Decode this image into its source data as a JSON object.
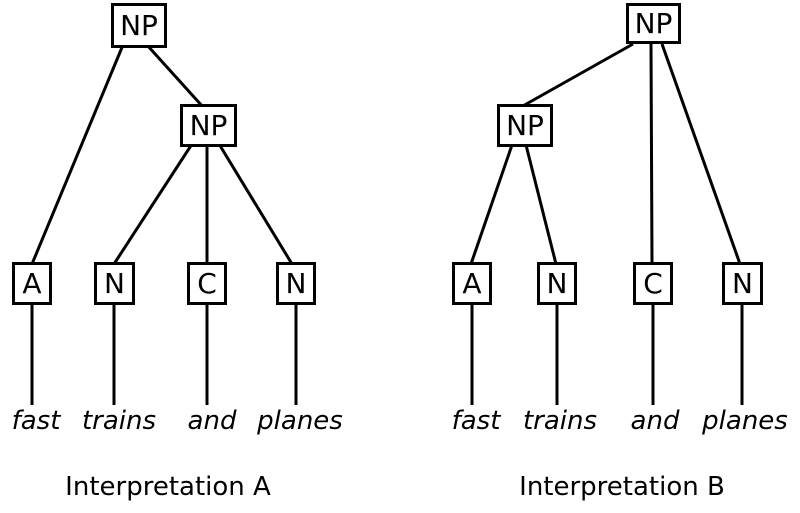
{
  "colors": {
    "ink": "#000000",
    "background": "#ffffff"
  },
  "phrase": "fast trains and planes",
  "trees": [
    {
      "caption": "Interpretation A",
      "structure": "[NP [A fast] [NP [N trains] [C and] [N planes]]]",
      "nodes": {
        "root": "NP",
        "inner": "NP",
        "leaves": [
          "A",
          "N",
          "C",
          "N"
        ]
      },
      "words": [
        "fast",
        "trains",
        "and",
        "planes"
      ]
    },
    {
      "caption": "Interpretation B",
      "structure": "[NP [NP [A fast] [N trains]] [C and] [N planes]]",
      "nodes": {
        "root": "NP",
        "inner": "NP",
        "leaves": [
          "A",
          "N",
          "C",
          "N"
        ]
      },
      "words": [
        "fast",
        "trains",
        "and",
        "planes"
      ]
    }
  ]
}
